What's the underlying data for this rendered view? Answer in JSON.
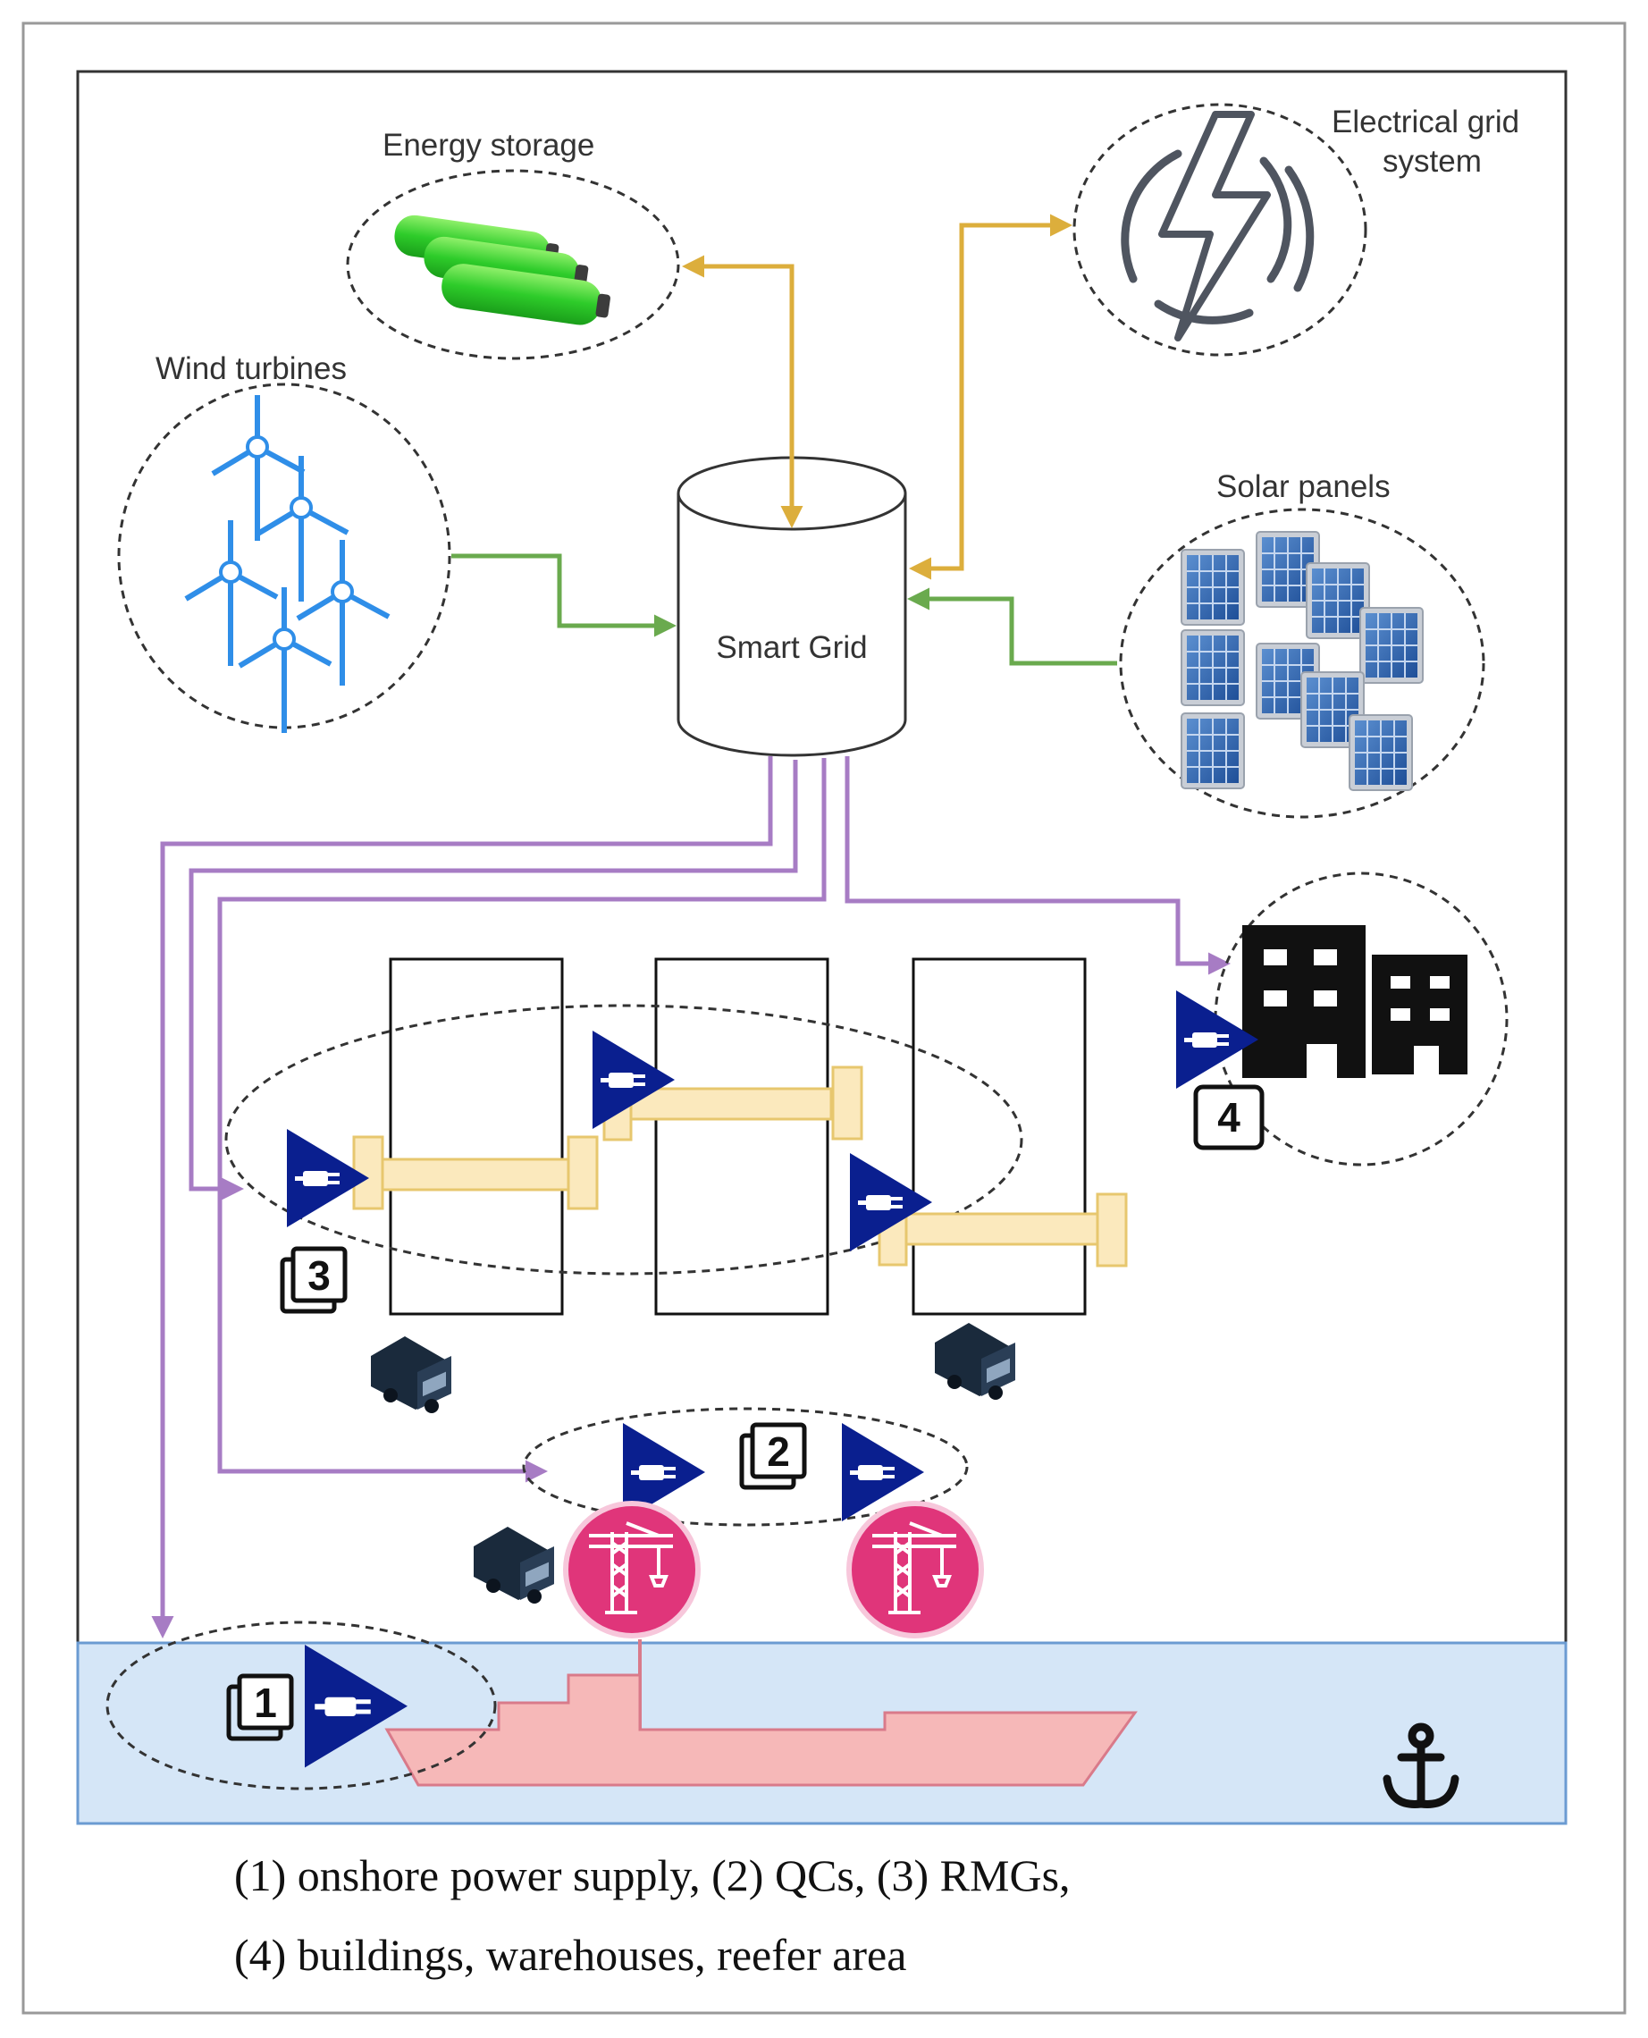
{
  "labels": {
    "energy_storage": "Energy storage",
    "electrical_grid_line1": "Electrical grid",
    "electrical_grid_line2": "system",
    "wind_turbines": "Wind turbines",
    "solar_panels": "Solar panels",
    "smart_grid": "Smart Grid"
  },
  "markers": {
    "m1": "1",
    "m2": "2",
    "m3": "3",
    "m4": "4"
  },
  "caption": {
    "line1": "(1) onshore power supply, (2) QCs, (3) RMGs,",
    "line2": "(4) buildings, warehouses, reefer area"
  },
  "colors": {
    "supply_arrow": "#6aaa4e",
    "bidirectional_arrow": "#dcae3c",
    "distribution_arrow": "#a77cc4",
    "charger": "#0a1f8f",
    "crane": "#e0357a",
    "ship": "#f6b8b8",
    "water": "#d5e6f7",
    "rmg_beam": "#fbe9bd"
  },
  "icons": [
    "battery-icon",
    "lightning-bolt-icon",
    "wind-turbine-icon",
    "solar-panel-icon",
    "building-icon",
    "plug-charger-icon",
    "truck-icon",
    "crane-icon",
    "ship-icon",
    "anchor-icon"
  ]
}
